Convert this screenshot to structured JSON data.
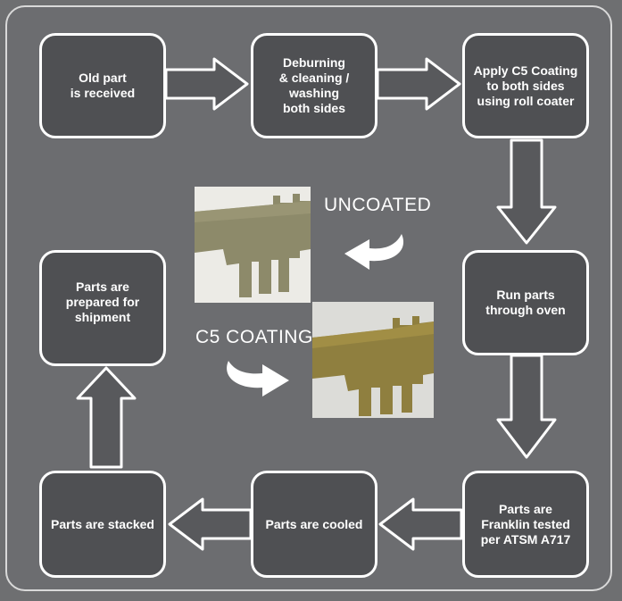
{
  "steps": {
    "received": "Old part\nis received",
    "deburr": "Deburning\n& cleaning /\nwashing\nboth sides",
    "coat": "Apply C5 Coating\nto both sides\nusing roll coater",
    "oven": "Run parts\nthrough oven",
    "tested": "Parts are\nFranklin tested\nper ATSM A717",
    "cooled": "Parts are cooled",
    "stacked": "Parts are stacked",
    "shipment": "Parts are\nprepared for\nshipment"
  },
  "photos": {
    "uncoated_label": "UNCOATED",
    "coated_label": "C5 COATING"
  },
  "colors": {
    "background": "#6e6f71",
    "box_fill": "#4f5053",
    "box_border": "#ffffff",
    "uncoated_metal": "#8d8a6a",
    "coated_metal": "#8f7f3f"
  }
}
